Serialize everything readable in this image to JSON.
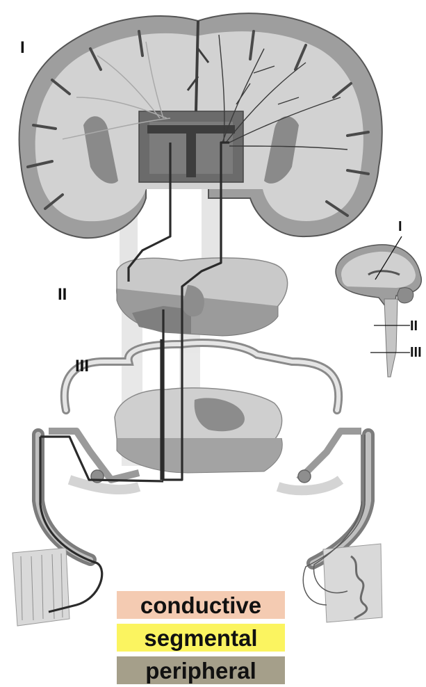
{
  "labels": {
    "brain_level": "I",
    "brainstem_level": "II",
    "spinal_level": "III",
    "inset_level_1": "I",
    "inset_level_2": "II",
    "inset_level_3": "III"
  },
  "legend": {
    "items": [
      {
        "label": "conductive",
        "color": "#f4cbb2"
      },
      {
        "label": "segmental",
        "color": "#fbf460"
      },
      {
        "label": "peripheral",
        "color": "#a59f8a"
      }
    ]
  },
  "colors": {
    "tissue_gray": "#9a9a9a",
    "dark_gray": "#6f6f6f",
    "light_gray": "#c8c8c8",
    "pathway": "#2b2b2b"
  }
}
